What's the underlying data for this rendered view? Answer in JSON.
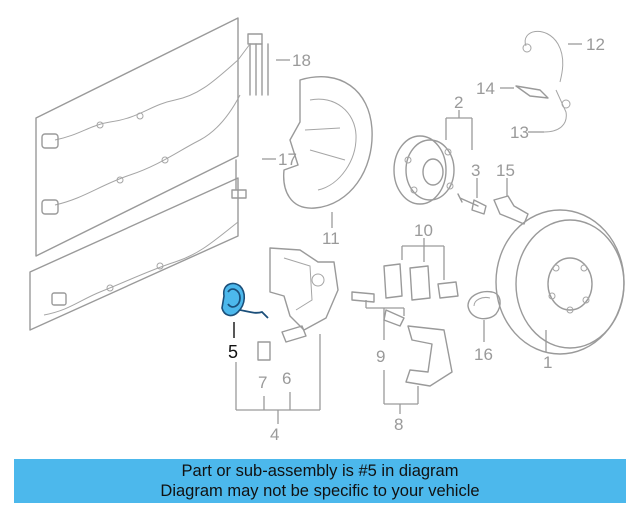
{
  "diagram": {
    "highlight_color": "#4cb8ec",
    "callouts": {
      "c1": "1",
      "c2": "2",
      "c3": "3",
      "c4": "4",
      "c5": "5",
      "c6": "6",
      "c7": "7",
      "c8": "8",
      "c9": "9",
      "c10": "10",
      "c11": "11",
      "c12": "12",
      "c13": "13",
      "c14": "14",
      "c15": "15",
      "c16": "16",
      "c17": "17",
      "c18": "18"
    }
  },
  "banner": {
    "line1": "Part or sub-assembly is #5 in diagram",
    "line2": "Diagram may not be specific to your vehicle",
    "background": "#4cb8ec"
  }
}
